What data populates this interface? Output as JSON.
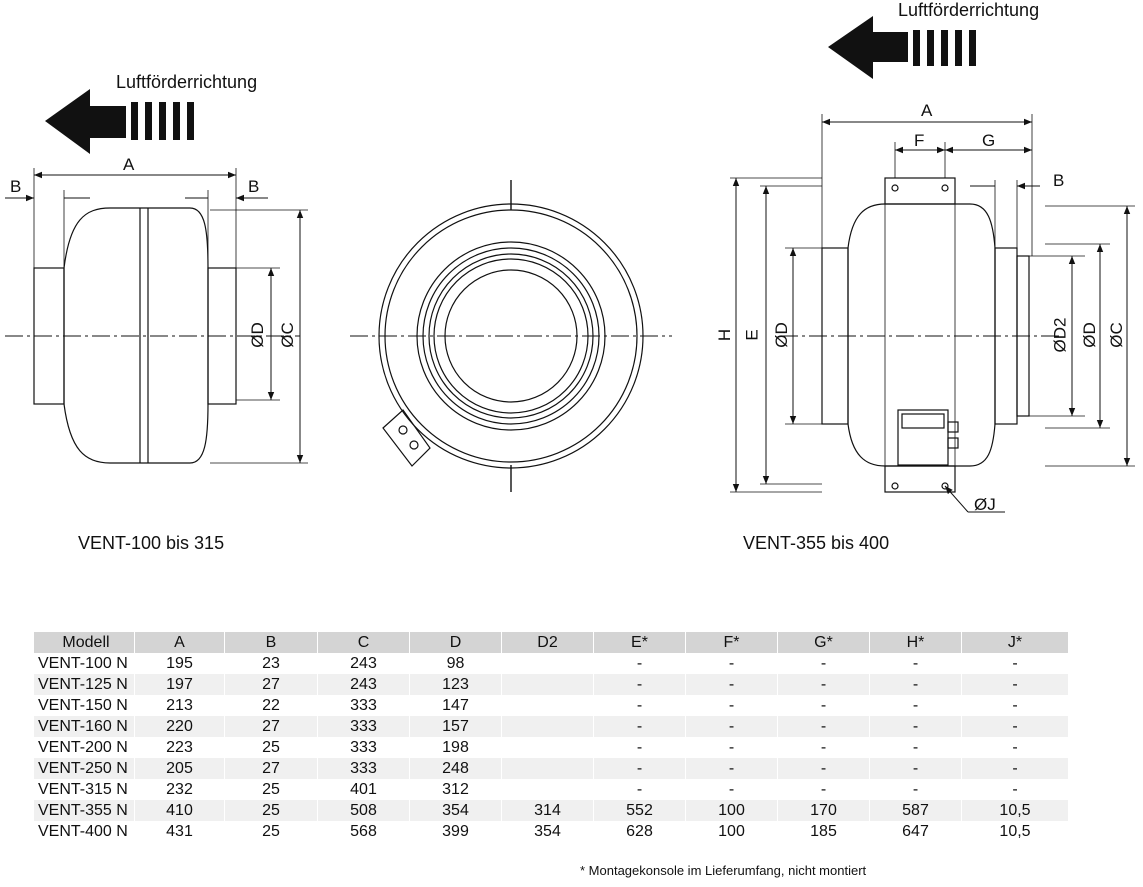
{
  "drawing1": {
    "direction_label": "Luftförderrichtung",
    "caption": "VENT-100 bis 315",
    "dims": {
      "A": "A",
      "B_left": "B",
      "B_right": "B",
      "D": "ØD",
      "C": "ØC"
    }
  },
  "drawing3": {
    "direction_label": "Luftförderrichtung",
    "caption": "VENT-355 bis 400",
    "dims": {
      "A": "A",
      "F": "F",
      "G": "G",
      "B": "B",
      "H": "H",
      "E": "E",
      "D_left": "ØD",
      "D2": "ØD2",
      "D_right": "ØD",
      "C": "ØC",
      "J": "ØJ"
    }
  },
  "table": {
    "headers": [
      "Modell",
      "A",
      "B",
      "C",
      "D",
      "D2",
      "E*",
      "F*",
      "G*",
      "H*",
      "J*"
    ],
    "rows": [
      [
        "VENT-100 N",
        "195",
        "23",
        "243",
        "98",
        "",
        "-",
        "-",
        "-",
        "-",
        "-"
      ],
      [
        "VENT-125 N",
        "197",
        "27",
        "243",
        "123",
        "",
        "-",
        "-",
        "-",
        "-",
        "-"
      ],
      [
        "VENT-150 N",
        "213",
        "22",
        "333",
        "147",
        "",
        "-",
        "-",
        "-",
        "-",
        "-"
      ],
      [
        "VENT-160 N",
        "220",
        "27",
        "333",
        "157",
        "",
        "-",
        "-",
        "-",
        "-",
        "-"
      ],
      [
        "VENT-200 N",
        "223",
        "25",
        "333",
        "198",
        "",
        "-",
        "-",
        "-",
        "-",
        "-"
      ],
      [
        "VENT-250 N",
        "205",
        "27",
        "333",
        "248",
        "",
        "-",
        "-",
        "-",
        "-",
        "-"
      ],
      [
        "VENT-315 N",
        "232",
        "25",
        "401",
        "312",
        "",
        "-",
        "-",
        "-",
        "-",
        "-"
      ],
      [
        "VENT-355 N",
        "410",
        "25",
        "508",
        "354",
        "314",
        "552",
        "100",
        "170",
        "587",
        "10,5"
      ],
      [
        "VENT-400 N",
        "431",
        "25",
        "568",
        "399",
        "354",
        "628",
        "100",
        "185",
        "647",
        "10,5"
      ]
    ]
  },
  "footnote": "* Montagekonsole im Lieferumfang, nicht montiert"
}
